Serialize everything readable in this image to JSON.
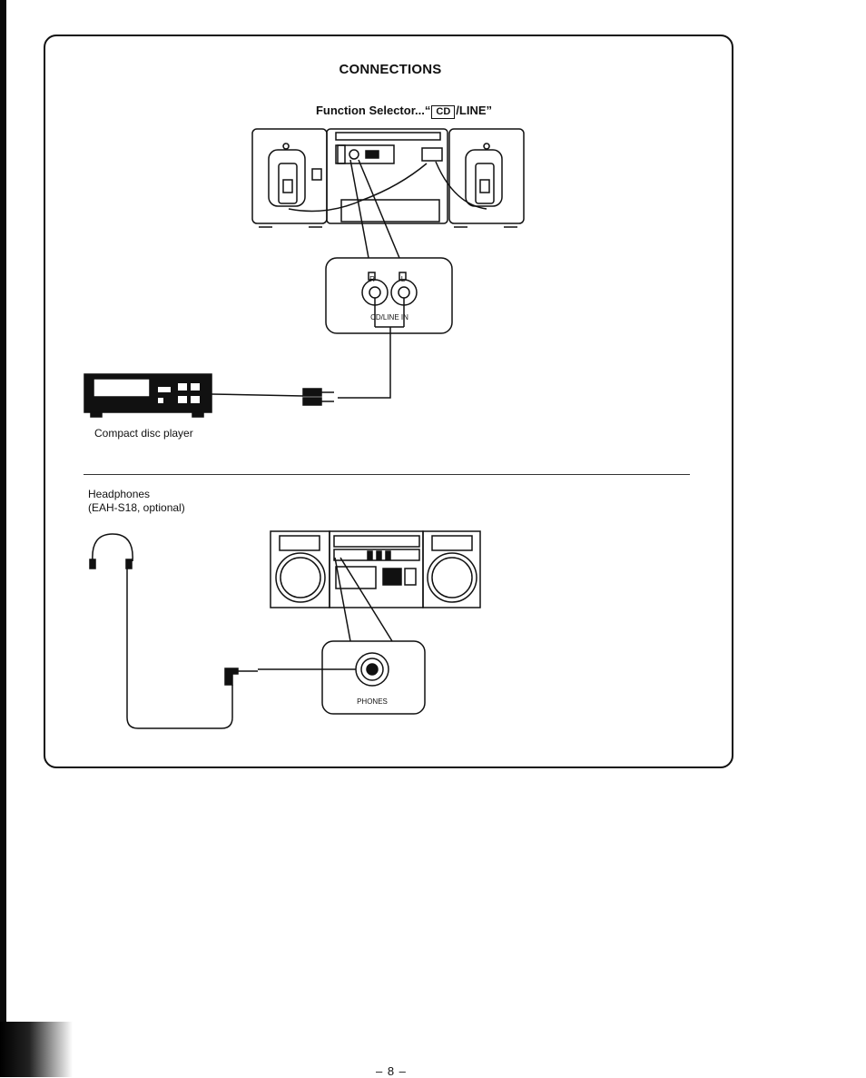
{
  "heading": "CONNECTIONS",
  "function_selector": {
    "prefix": "Function Selector...“",
    "boxed": "CD",
    "suffix": "/LINE”"
  },
  "top_figure": {
    "jack_r": "R",
    "jack_l": "L",
    "jack_caption": "CD/LINE IN",
    "device_label": "Compact disc player"
  },
  "bottom_figure": {
    "headphones_line1": "Headphones",
    "headphones_line2": "(EAH-S18, optional)",
    "jack_caption": "PHONES"
  },
  "page_number": "– 8 –"
}
